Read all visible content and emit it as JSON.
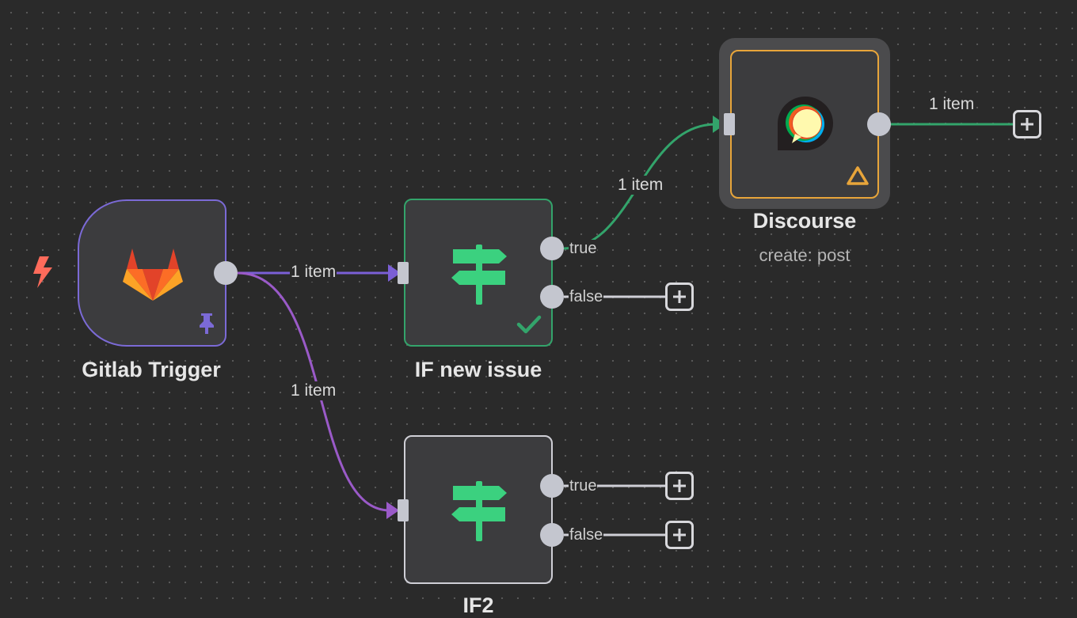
{
  "canvas": {
    "background": "#2a2a2a",
    "edge_colors": {
      "trigger": "#7b5fd6",
      "success": "#33a46b",
      "idle": "#cfcfd6"
    }
  },
  "nodes": {
    "gitlab_trigger": {
      "name": "Gitlab Trigger",
      "icon": "gitlab-icon",
      "badge": "pin-icon",
      "status_icon": "lightning-bolt-icon"
    },
    "if_new_issue": {
      "name": "IF new issue",
      "icon": "signpost-icon",
      "status": "success",
      "status_icon": "checkmark-icon",
      "outputs": [
        "true",
        "false"
      ]
    },
    "discourse": {
      "name": "Discourse",
      "subtitle": "create: post",
      "icon": "discourse-icon",
      "status_icon": "warning-triangle-icon"
    },
    "if2": {
      "name": "IF2",
      "icon": "signpost-icon",
      "outputs": [
        "true",
        "false"
      ]
    }
  },
  "edges": {
    "trigger_to_if_new_issue": "1 item",
    "trigger_to_if2": "1 item",
    "if_true_to_discourse": "1 item",
    "discourse_out": "1 item"
  }
}
